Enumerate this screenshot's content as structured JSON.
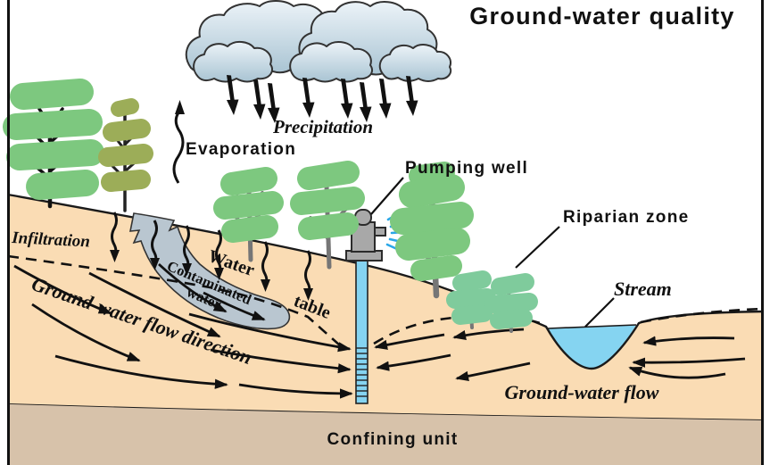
{
  "title": "Ground-water quality",
  "labels": {
    "precipitation": "Precipitation",
    "evaporation": "Evaporation",
    "infiltration": "Infiltration",
    "water_table_word1": "Water",
    "water_table_word2": "table",
    "contaminated_word1": "Contaminated",
    "contaminated_word2": "water",
    "pumping_well": "Pumping well",
    "riparian_zone": "Riparian zone",
    "stream": "Stream",
    "groundwater_flow_direction": "Ground-water flow direction",
    "groundwater_flow": "Ground-water flow",
    "confining_unit": "Confining unit"
  },
  "colors": {
    "sky": "#ffffff",
    "aquifer": "#fadcb4",
    "confining_unit": "#d7c2aa",
    "water": "#85d4f1",
    "contaminated_plume": "#b9c6d0",
    "cloud_top": "#ecf3f8",
    "cloud_bottom": "#a9c4d3",
    "tree_green": "#7dc87f",
    "tree_olive": "#9cad58",
    "riparian_green": "#7fcb9c",
    "trunk_gray": "#767676",
    "pump_gray": "#a8a8a8",
    "spray_blue": "#2aa7e8",
    "ink": "#111111"
  }
}
